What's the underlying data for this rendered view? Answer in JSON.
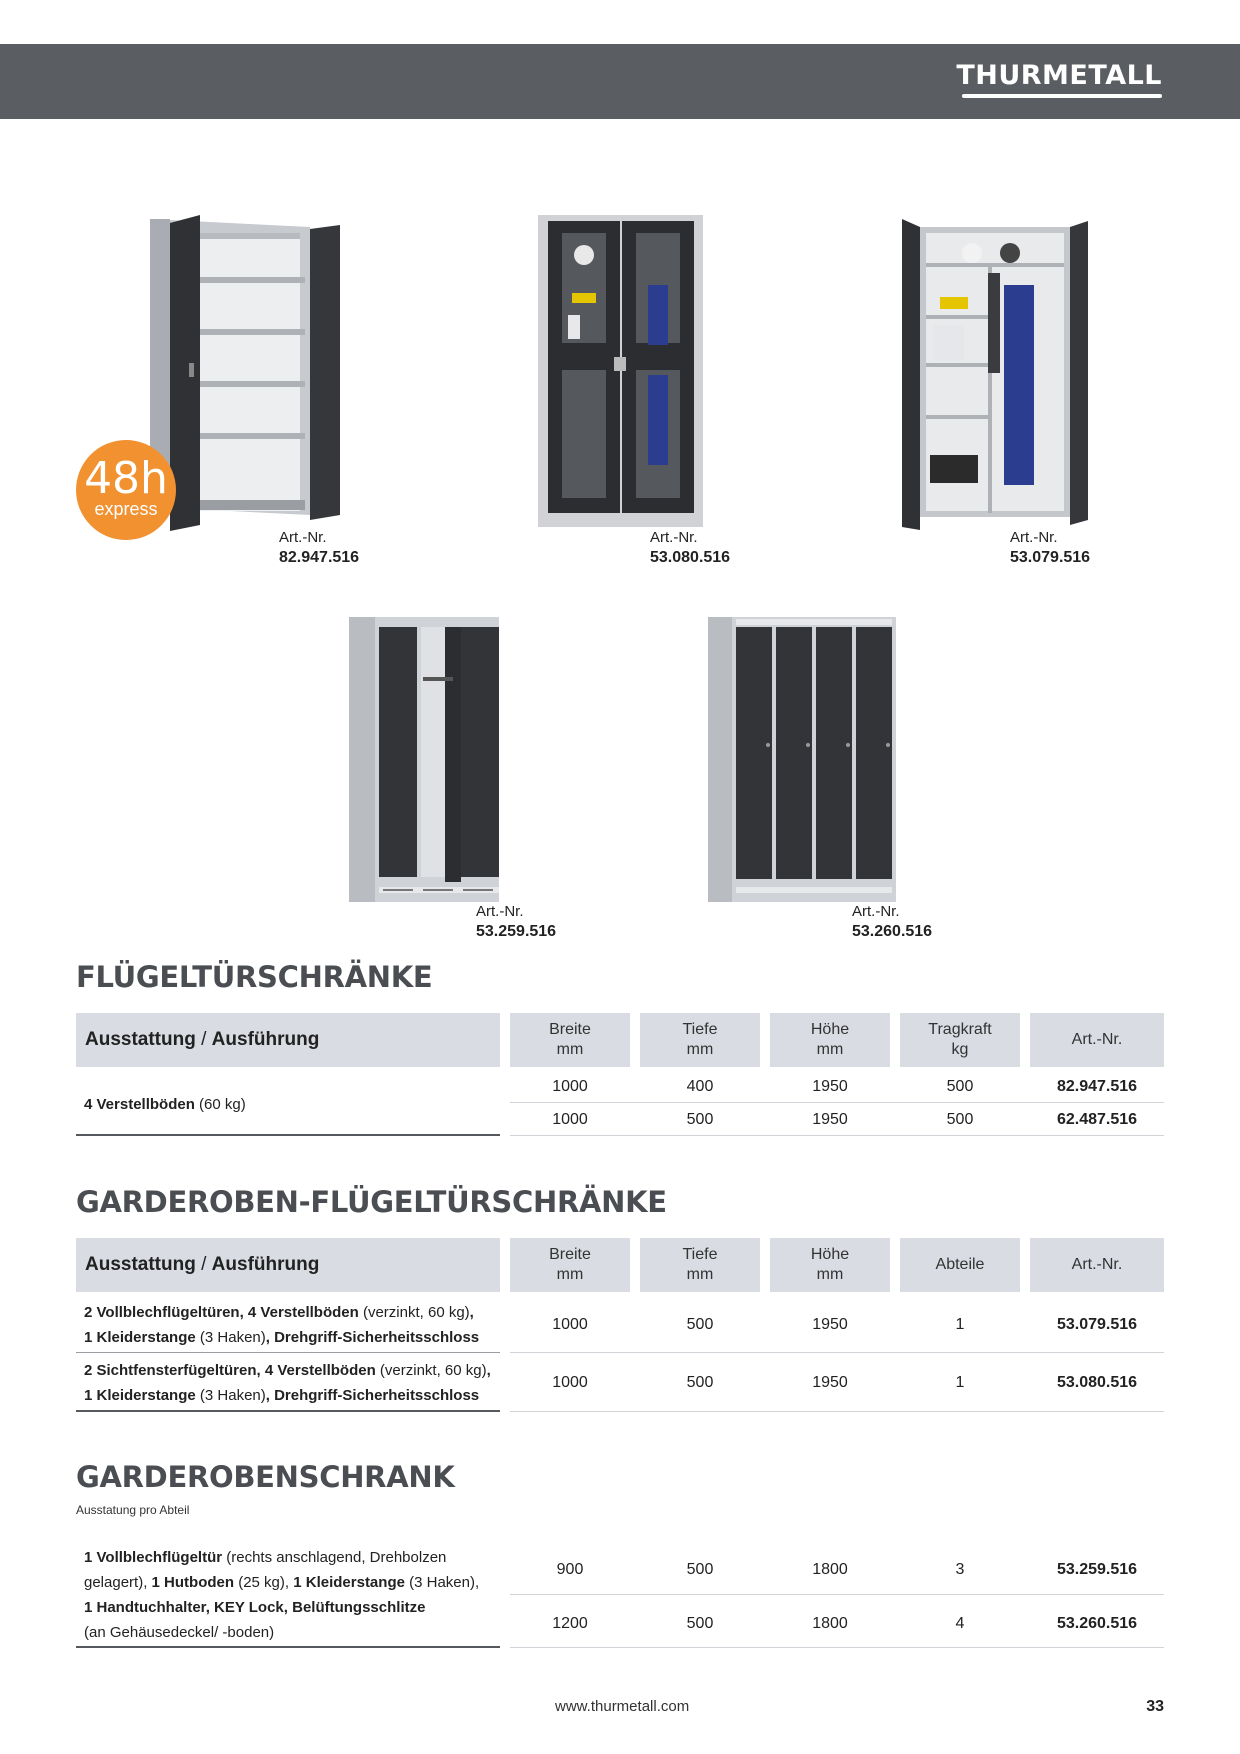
{
  "header": {
    "brand": "THURMETALL"
  },
  "products": [
    {
      "label": "Art.-Nr.",
      "number": "82.947.516"
    },
    {
      "label": "Art.-Nr.",
      "number": "53.080.516"
    },
    {
      "label": "Art.-Nr.",
      "number": "53.079.516"
    },
    {
      "label": "Art.-Nr.",
      "number": "53.259.516"
    },
    {
      "label": "Art.-Nr.",
      "number": "53.260.516"
    }
  ],
  "badge": {
    "big": "48h",
    "small": "express",
    "color": "#f2912f"
  },
  "sections": [
    {
      "title": "FLÜGELTÜRSCHRÄNKE",
      "headers": {
        "main_bold": "Ausstattung",
        "main_sep": " / ",
        "main_rest": "Ausführung",
        "c1a": "Breite",
        "c1b": "mm",
        "c2a": "Tiefe",
        "c2b": "mm",
        "c3a": "Höhe",
        "c3b": "mm",
        "c4a": "Tragkraft",
        "c4b": "kg",
        "c5": "Art.-Nr."
      },
      "desc": {
        "bold": "4 Verstellböden",
        "rest": " (60 kg)"
      },
      "rows": [
        {
          "breite": "1000",
          "tiefe": "400",
          "hoehe": "1950",
          "extra": "500",
          "art": "82.947.516"
        },
        {
          "breite": "1000",
          "tiefe": "500",
          "hoehe": "1950",
          "extra": "500",
          "art": "62.487.516"
        }
      ]
    },
    {
      "title": "GARDEROBEN-FLÜGELTÜRSCHRÄNKE",
      "headers": {
        "main_bold": "Ausstattung",
        "main_sep": " / ",
        "main_rest": "Ausführung",
        "c1a": "Breite",
        "c1b": "mm",
        "c2a": "Tiefe",
        "c2b": "mm",
        "c3a": "Höhe",
        "c3b": "mm",
        "c4": "Abteile",
        "c5": "Art.-Nr."
      },
      "rows": [
        {
          "l1_b1": "2 Vollblechflügeltüren, 4 Verstellböden",
          "l1_r1": " (verzinkt, 60 kg)",
          "l1_b2": ",",
          "l2_b1": "1 Kleiderstange",
          "l2_r1": " (3 Haken)",
          "l2_b2": ", Drehgriff-Sicherheitsschloss",
          "breite": "1000",
          "tiefe": "500",
          "hoehe": "1950",
          "extra": "1",
          "art": "53.079.516"
        },
        {
          "l1_b1": "2 Sichtfensterfügeltüren, 4 Verstellböden",
          "l1_r1": " (verzinkt, 60 kg)",
          "l1_b2": ",",
          "l2_b1": "1 Kleiderstange",
          "l2_r1": " (3 Haken)",
          "l2_b2": ", Drehgriff-Sicherheitsschloss",
          "breite": "1000",
          "tiefe": "500",
          "hoehe": "1950",
          "extra": "1",
          "art": "53.080.516"
        }
      ]
    },
    {
      "title": "GARDEROBENSCHRANK",
      "subtitle": "Ausstatung pro Abteil",
      "desc": {
        "l1_b": "1 Vollblechflügeltür",
        "l1_r": " (rechts anschlagend, Drehbolzen",
        "l2_r1": "gelagert), ",
        "l2_b1": "1 Hutboden",
        "l2_r2": " (25 kg), ",
        "l2_b2": "1 Kleiderstange",
        "l2_r3": " (3 Haken),",
        "l3_b": "1 Handtuchhalter, KEY Lock, Belüftungsschlitze",
        "l4_r": "(an Gehäusedeckel/ -boden)"
      },
      "rows": [
        {
          "breite": "900",
          "tiefe": "500",
          "hoehe": "1800",
          "extra": "3",
          "art": "53.259.516"
        },
        {
          "breite": "1200",
          "tiefe": "500",
          "hoehe": "1800",
          "extra": "4",
          "art": "53.260.516"
        }
      ]
    }
  ],
  "footer": {
    "url": "www.thurmetall.com",
    "page": "33"
  }
}
